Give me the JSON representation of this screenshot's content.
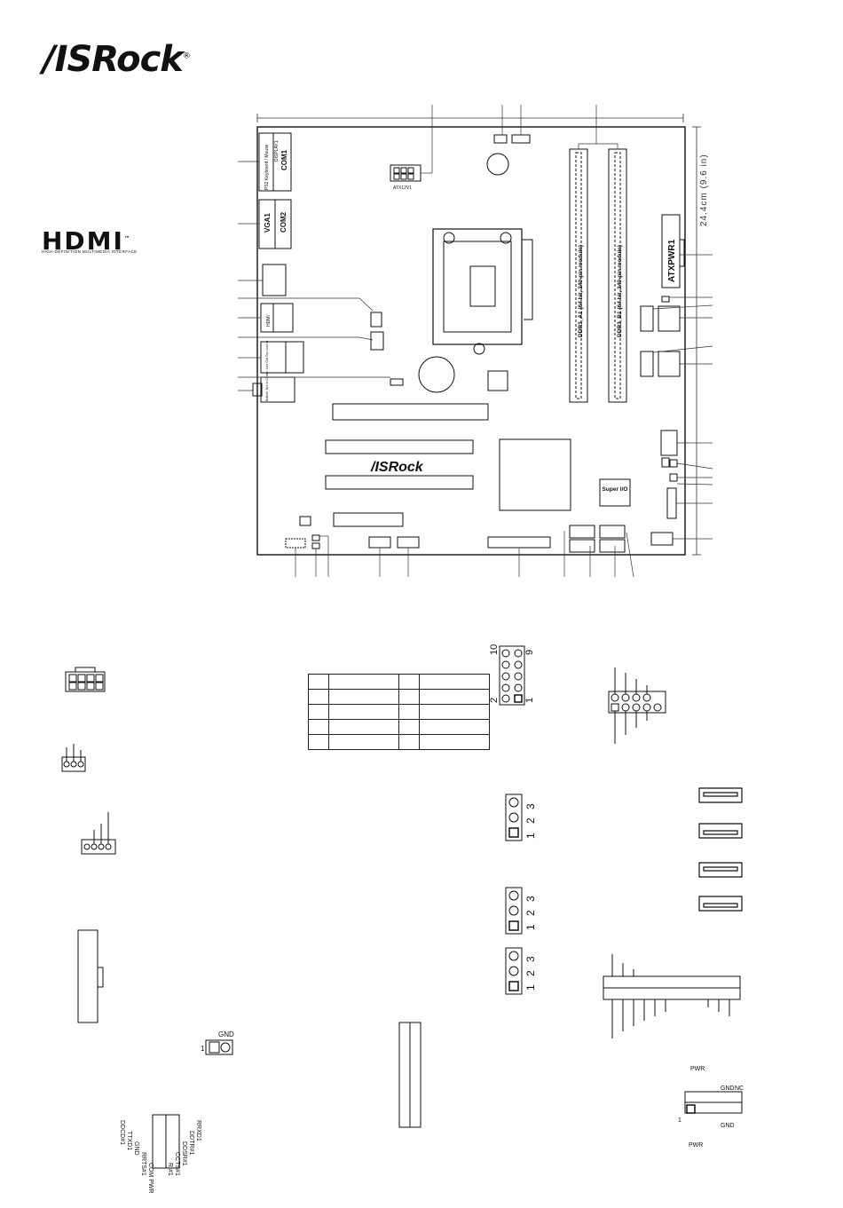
{
  "brand": {
    "logo": "/ISRock",
    "registered": "®"
  },
  "hdmi_logo": {
    "mark": "HDMI",
    "trademark": "™",
    "tagline": "HIGH-DEFINITION MULTIMEDIA INTERFACE"
  },
  "board": {
    "height_label": "24.4cm (9.6 in)",
    "silk_logo": "/ISRock",
    "super_io": "Super I/O",
    "atx12v": "ATX12V1",
    "atxpwr": "ATXPWR1",
    "dimm_a": "DDR3_A1 (64 bit, 240-pin module)",
    "dimm_b": "DDR3_B1 (64 bit, 240-pin module)",
    "io_display": "DISPLAY1",
    "io_ps2": "PS2 Keyboard / Mouse",
    "io_com1": "COM1",
    "io_vga": "VGA1",
    "io_com2": "COM2",
    "io_hdmi": "HDMI",
    "io_audio": "Bottom: Mic In  Center: Line Out  Top: Line In"
  },
  "pin_header": {
    "top_left": "10",
    "top_right": "9",
    "bottom_left": "2",
    "bottom_right": "1"
  },
  "jumpers": {
    "pin1": "1",
    "pin2": "2",
    "pin3": "3"
  },
  "labels": {
    "gnd": "GND",
    "one": "1",
    "pwr": "PWR",
    "nc": "NC",
    "com_header_left": [
      "RRXD1",
      "DDTR#1",
      "DDSR#1",
      "CCTS#1",
      "RI#1"
    ],
    "com_header_right": [
      "DDCD#1",
      "TTXD1",
      "GND",
      "RRTS#1",
      "COM PWR"
    ]
  }
}
